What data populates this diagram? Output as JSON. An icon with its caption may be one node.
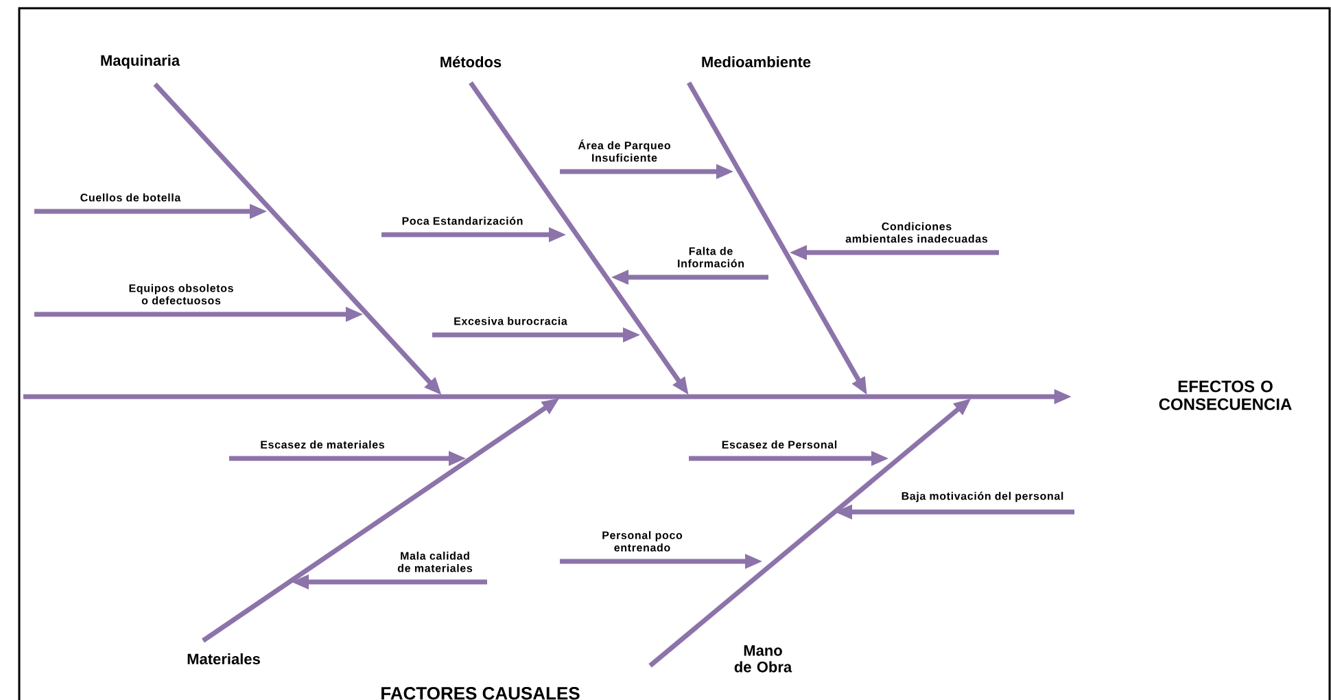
{
  "diagram": {
    "nodes": [
      {
        "text": [
          "Maquinaria"
        ]
      },
      {
        "text": [
          "Métodos"
        ]
      },
      {
        "text": [
          "Medioambiente"
        ]
      },
      {
        "text": [
          "Materiales"
        ]
      },
      {
        "text": [
          "Mano de Obra"
        ]
      },
      {
        "text": [
          "EFECTOS O CONSECUENCIA"
        ]
      },
      {
        "text": [
          "Cuellos de botella"
        ]
      },
      {
        "text": [
          "Equipos obsoletos o defectuosos"
        ]
      },
      {
        "text": [
          "Poca Estandarización"
        ]
      },
      {
        "text": [
          "Excesiva burocracia"
        ]
      },
      {
        "text": [
          "Área de Parqueo Insuficiente"
        ]
      },
      {
        "text": [
          "Falta de Información"
        ]
      },
      {
        "text": [
          "Condiciones ambientales inadecuadas"
        ]
      },
      {
        "text": [
          "Escasez de materiales"
        ]
      },
      {
        "text": [
          "Mala calidad de materiales"
        ]
      },
      {
        "text": [
          "Escasez de Personal"
        ]
      },
      {
        "text": [
          "Baja motivación del personal"
        ]
      },
      {
        "text": [
          "Personal poco entrenado"
        ]
      }
    ],
    "edges": [
      {
        "from": null,
        "to": 5,
        "arrow": "to"
      },
      {
        "from": 0,
        "to": null,
        "arrow": "to"
      },
      {
        "from": 1,
        "to": null,
        "arrow": "to"
      },
      {
        "from": 2,
        "to": null,
        "arrow": "to"
      },
      {
        "from": 3,
        "to": null,
        "arrow": "to"
      },
      {
        "from": 4,
        "to": null,
        "arrow": "to"
      },
      {
        "from": 6,
        "to": null,
        "arrow": "to"
      },
      {
        "from": 7,
        "to": null,
        "arrow": "to"
      },
      {
        "from": 8,
        "to": null,
        "arrow": "to"
      },
      {
        "from": 9,
        "to": null,
        "arrow": "to"
      },
      {
        "from": 10,
        "to": null,
        "arrow": "to"
      },
      {
        "from": 11,
        "to": null,
        "arrow": "to"
      },
      {
        "from": 12,
        "to": null,
        "arrow": "to"
      },
      {
        "from": 13,
        "to": null,
        "arrow": "to"
      },
      {
        "from": 14,
        "to": null,
        "arrow": "to"
      },
      {
        "from": 15,
        "to": null,
        "arrow": "to"
      },
      {
        "from": 16,
        "to": null,
        "arrow": "to"
      },
      {
        "from": 17,
        "to": null,
        "arrow": "to"
      }
    ],
    "labels": [
      "FACTORES CAUSALES"
    ]
  }
}
